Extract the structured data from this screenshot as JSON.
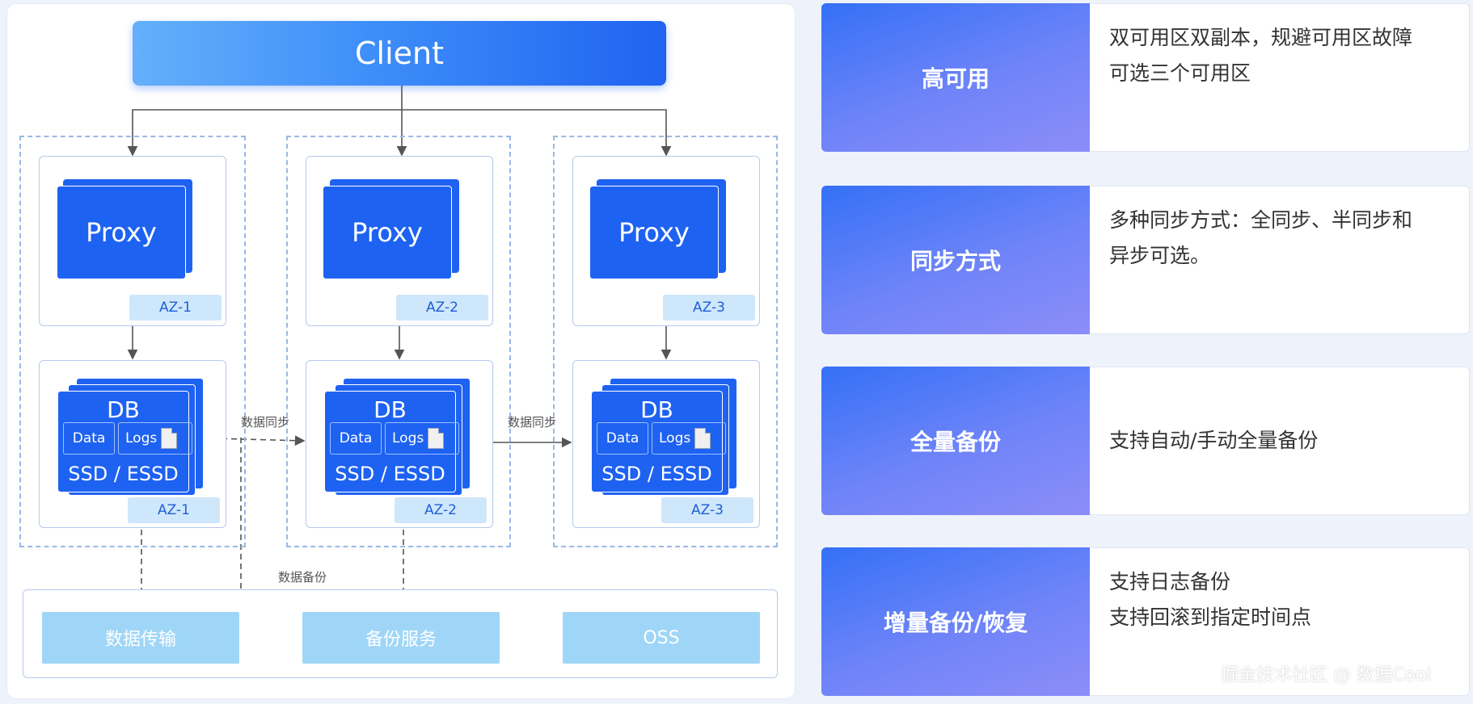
{
  "diagram": {
    "client": "Client",
    "zones": [
      {
        "proxy": "Proxy",
        "az": "AZ-1",
        "db": {
          "title": "DB",
          "data": "Data",
          "logs": "Logs",
          "storage": "SSD / ESSD"
        }
      },
      {
        "proxy": "Proxy",
        "az": "AZ-2",
        "db": {
          "title": "DB",
          "data": "Data",
          "logs": "Logs",
          "storage": "SSD / ESSD"
        }
      },
      {
        "proxy": "Proxy",
        "az": "AZ-3",
        "db": {
          "title": "DB",
          "data": "Data",
          "logs": "Logs",
          "storage": "SSD / ESSD"
        }
      }
    ],
    "sync_label_1": "数据同步",
    "sync_label_2": "数据同步",
    "backup_label": "数据备份",
    "services": [
      "数据传输",
      "备份服务",
      "OSS"
    ]
  },
  "features": [
    {
      "label": "高可用",
      "lines": [
        "双可用区双副本，规避可用区故障",
        "可选三个可用区"
      ]
    },
    {
      "label": "同步方式",
      "lines": [
        "多种同步方式：全同步、半同步和",
        "异步可选。"
      ]
    },
    {
      "label": "全量备份",
      "lines": [
        "支持自动/手动全量备份"
      ]
    },
    {
      "label": "增量备份/恢复",
      "lines": [
        "支持日志备份",
        "支持回滚到指定时间点"
      ]
    }
  ],
  "watermark": "掘金技术社区 @ 数据Cool",
  "colors": {
    "primary": "#1e62f2",
    "service": "#9fd6f7",
    "tag": "#cfe7fb",
    "dash": "#9bb8e6"
  }
}
